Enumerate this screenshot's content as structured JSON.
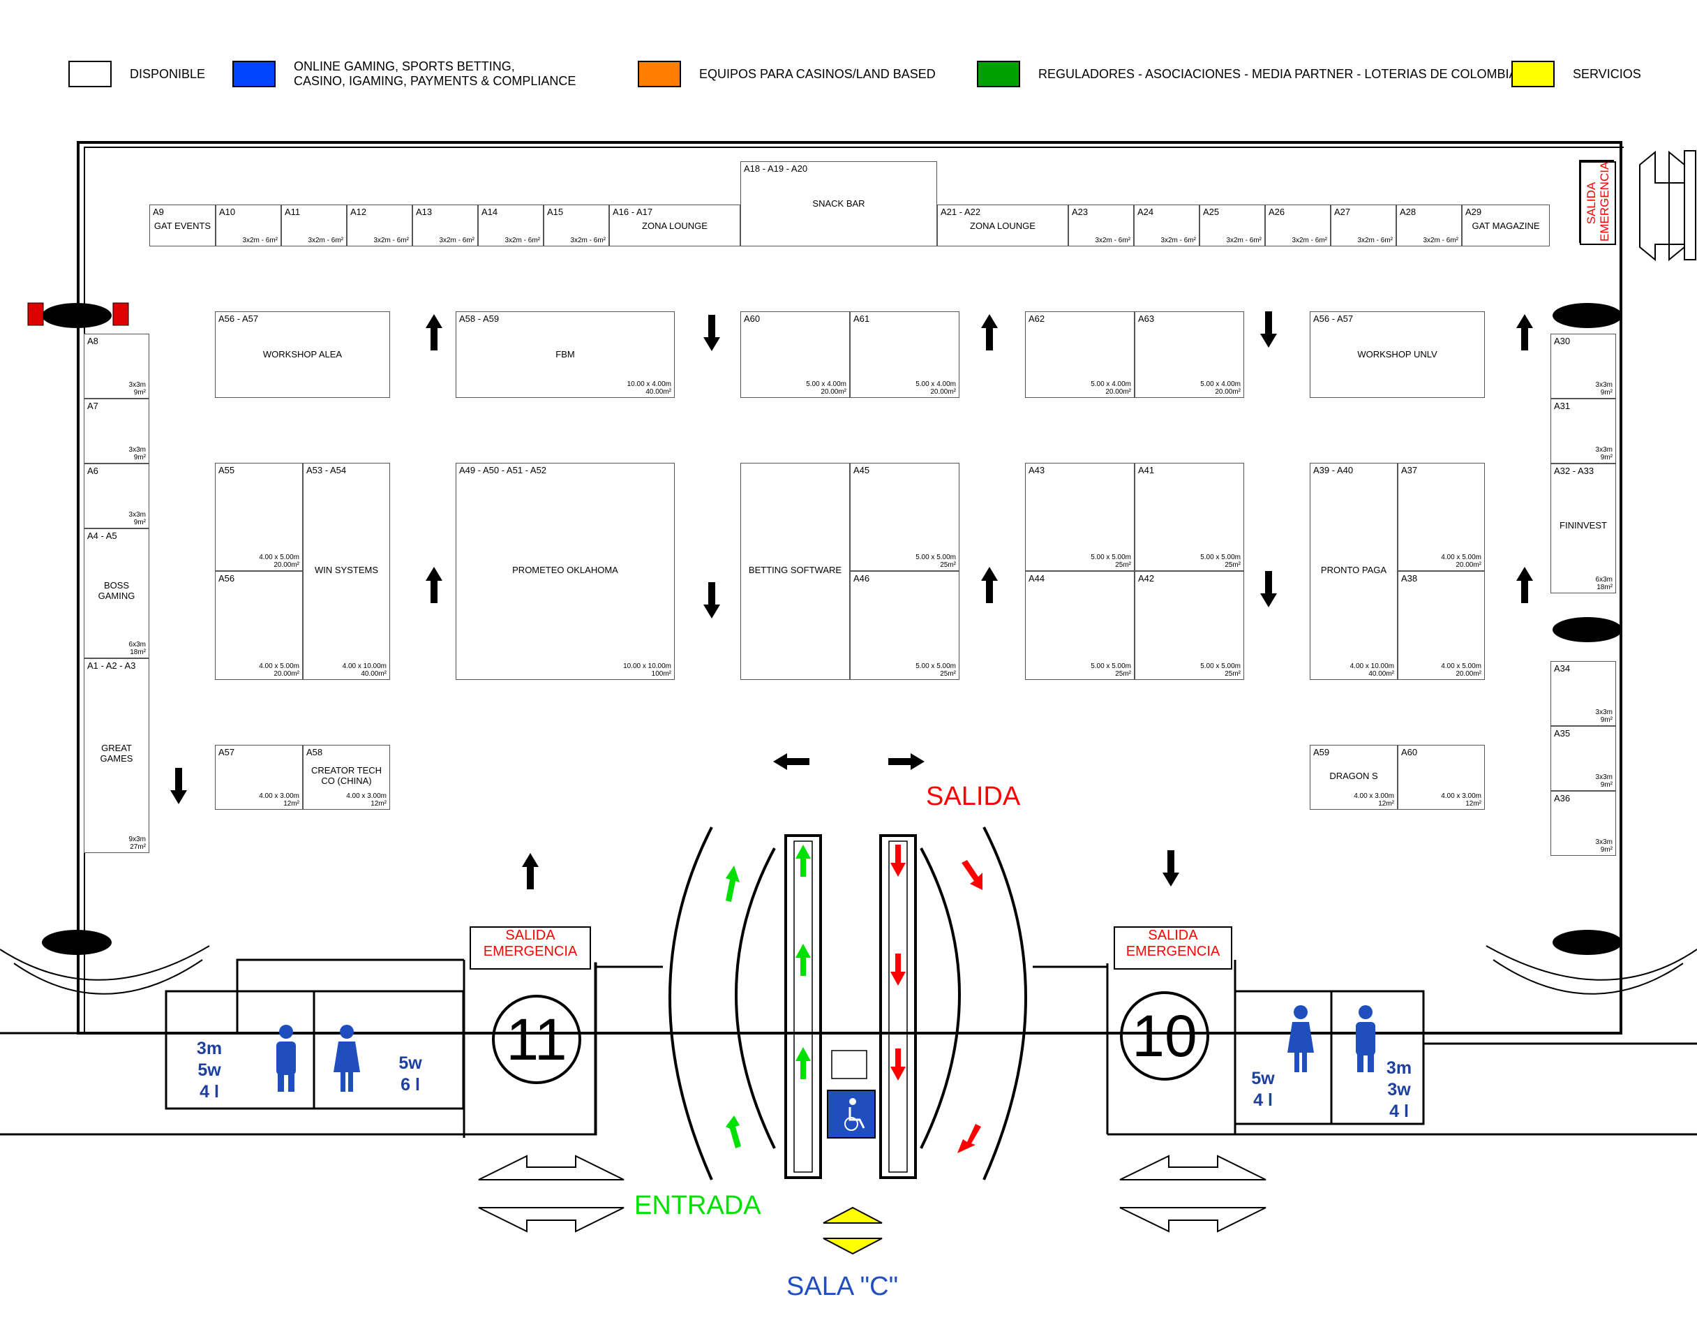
{
  "legend": [
    {
      "label": "DISPONIBLE",
      "color": "#ffffff"
    },
    {
      "label": "ONLINE GAMING, SPORTS BETTING,\nCASINO, IGAMING, PAYMENTS & COMPLIANCE",
      "color": "#0044ff"
    },
    {
      "label": "EQUIPOS PARA CASINOS/LAND BASED",
      "color": "#ff8000"
    },
    {
      "label": "REGULADORES - ASOCIACIONES - MEDIA PARTNER - LOTERIAS DE COLOMBIA",
      "color": "#00a000"
    },
    {
      "label": "SERVICIOS",
      "color": "#ffff00"
    }
  ],
  "top_row": [
    {
      "code": "A9",
      "name": "GAT EVENTS",
      "size": ""
    },
    {
      "code": "A10",
      "name": "",
      "size": "3x2m - 6m²"
    },
    {
      "code": "A11",
      "name": "",
      "size": "3x2m - 6m²"
    },
    {
      "code": "A12",
      "name": "",
      "size": "3x2m - 6m²"
    },
    {
      "code": "A13",
      "name": "",
      "size": "3x2m - 6m²"
    },
    {
      "code": "A14",
      "name": "",
      "size": "3x2m - 6m²"
    },
    {
      "code": "A15",
      "name": "",
      "size": "3x2m - 6m²"
    },
    {
      "code": "A16 - A17",
      "name": "ZONA LOUNGE",
      "size": ""
    },
    {
      "code": "A18 - A19 - A20",
      "name": "SNACK BAR",
      "size": ""
    },
    {
      "code": "A21 - A22",
      "name": "ZONA LOUNGE",
      "size": ""
    },
    {
      "code": "A23",
      "name": "",
      "size": "3x2m - 6m²"
    },
    {
      "code": "A24",
      "name": "",
      "size": "3x2m - 6m²"
    },
    {
      "code": "A25",
      "name": "",
      "size": "3x2m - 6m²"
    },
    {
      "code": "A26",
      "name": "",
      "size": "3x2m - 6m²"
    },
    {
      "code": "A27",
      "name": "",
      "size": "3x2m - 6m²"
    },
    {
      "code": "A28",
      "name": "",
      "size": "3x2m - 6m²"
    },
    {
      "code": "A29",
      "name": "GAT MAGAZINE",
      "size": ""
    }
  ],
  "left_col": [
    {
      "code": "A8",
      "name": "",
      "size1": "3x3m",
      "size2": "9m²"
    },
    {
      "code": "A7",
      "name": "",
      "size1": "3x3m",
      "size2": "9m²"
    },
    {
      "code": "A6",
      "name": "",
      "size1": "3x3m",
      "size2": "9m²"
    },
    {
      "code": "A4 - A5",
      "name": "BOSS\nGAMING",
      "size1": "6x3m",
      "size2": "18m²"
    },
    {
      "code": "A1 - A2 - A3",
      "name": "GREAT\nGAMES",
      "size1": "9x3m",
      "size2": "27m²"
    }
  ],
  "right_col": [
    {
      "code": "A30",
      "name": "",
      "size1": "3x3m",
      "size2": "9m²"
    },
    {
      "code": "A31",
      "name": "",
      "size1": "3x3m",
      "size2": "9m²"
    },
    {
      "code": "A32 - A33",
      "name": "FININVEST",
      "size1": "6x3m",
      "size2": "18m²"
    },
    {
      "code": "A34",
      "name": "",
      "size1": "3x3m",
      "size2": "9m²"
    },
    {
      "code": "A35",
      "name": "",
      "size1": "3x3m",
      "size2": "9m²"
    },
    {
      "code": "A36",
      "name": "",
      "size1": "3x3m",
      "size2": "9m²"
    }
  ],
  "islands": [
    {
      "code": "A56 - A57",
      "name": "WORKSHOP ALEA",
      "size1": "",
      "size2": ""
    },
    {
      "code": "A58 - A59",
      "name": "FBM",
      "size1": "10.00 x 4.00m",
      "size2": "40.00m²"
    },
    {
      "code": "A60",
      "name": "",
      "size1": "5.00 x 4.00m",
      "size2": "20.00m²"
    },
    {
      "code": "A61",
      "name": "",
      "size1": "5.00 x 4.00m",
      "size2": "20.00m²"
    },
    {
      "code": "A62",
      "name": "",
      "size1": "5.00 x 4.00m",
      "size2": "20.00m²"
    },
    {
      "code": "A63",
      "name": "",
      "size1": "5.00 x 4.00m",
      "size2": "20.00m²"
    },
    {
      "code": "A56 - A57",
      "name": "WORKSHOP UNLV",
      "size1": "",
      "size2": ""
    },
    {
      "code": "A55",
      "name": "",
      "size1": "4.00 x 5.00m",
      "size2": "20.00m²"
    },
    {
      "code": "A53 - A54",
      "name": "WIN SYSTEMS",
      "size1": "4.00 x 10.00m",
      "size2": "40.00m²"
    },
    {
      "code": "A56",
      "name": "",
      "size1": "4.00 x 5.00m",
      "size2": "20.00m²"
    },
    {
      "code": "A49 - A50 - A51 - A52",
      "name": "PROMETEO OKLAHOMA",
      "size1": "10.00 x 10.00m",
      "size2": "100m²"
    },
    {
      "code": "",
      "name": "BETTING SOFTWARE",
      "size1": "",
      "size2": ""
    },
    {
      "code": "A45",
      "name": "",
      "size1": "5.00 x 5.00m",
      "size2": "25m²"
    },
    {
      "code": "A46",
      "name": "",
      "size1": "5.00 x 5.00m",
      "size2": "25m²"
    },
    {
      "code": "A43",
      "name": "",
      "size1": "5.00 x 5.00m",
      "size2": "25m²"
    },
    {
      "code": "A41",
      "name": "",
      "size1": "5.00 x 5.00m",
      "size2": "25m²"
    },
    {
      "code": "A44",
      "name": "",
      "size1": "5.00 x 5.00m",
      "size2": "25m²"
    },
    {
      "code": "A42",
      "name": "",
      "size1": "5.00 x 5.00m",
      "size2": "25m²"
    },
    {
      "code": "A39 - A40",
      "name": "PRONTO PAGA",
      "size1": "4.00 x 10.00m",
      "size2": "40.00m²"
    },
    {
      "code": "A37",
      "name": "",
      "size1": "4.00 x 5.00m",
      "size2": "20.00m²"
    },
    {
      "code": "A38",
      "name": "",
      "size1": "4.00 x 5.00m",
      "size2": "20.00m²"
    },
    {
      "code": "A57",
      "name": "",
      "size1": "4.00 x 3.00m",
      "size2": "12m²"
    },
    {
      "code": "A58",
      "name": "CREATOR TECH\nCO (CHINA)",
      "size1": "4.00 x 3.00m",
      "size2": "12m²"
    },
    {
      "code": "A59",
      "name": "DRAGON S",
      "size1": "4.00 x 3.00m",
      "size2": "12m²"
    },
    {
      "code": "A60",
      "name": "",
      "size1": "4.00 x 3.00m",
      "size2": "12m²"
    }
  ],
  "signs": {
    "salida": "SALIDA",
    "entrada": "ENTRADA",
    "sala": "SALA \"C\"",
    "emergency_left": "SALIDA\nEMERGENCIA",
    "emergency_right": "SALIDA\nEMERGENCIA",
    "emergency_top_right": "SALIDA\nEMERGENCIA",
    "room_11": "11",
    "room_10": "10"
  },
  "restrooms": {
    "left_a": "3m\n5w\n4 l",
    "left_b": "5w\n6 l",
    "right_a": "5w\n4 l",
    "right_b": "3m\n3w\n4 l"
  }
}
